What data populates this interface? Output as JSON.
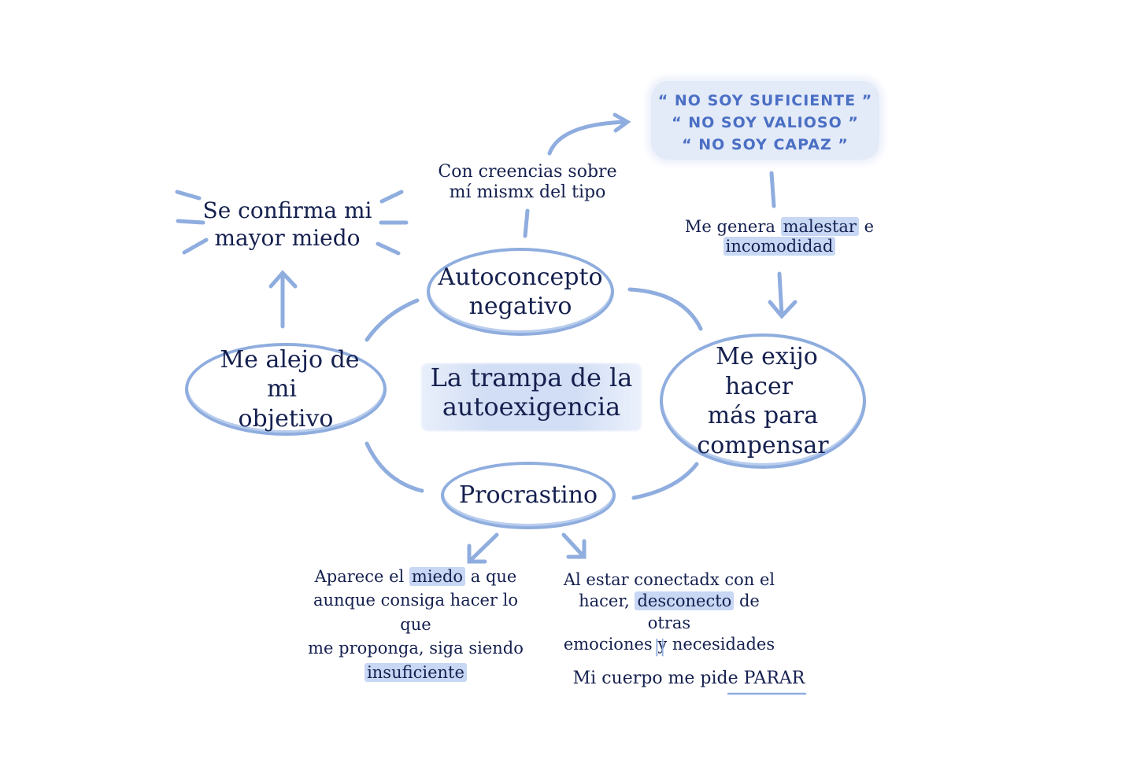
{
  "diagram": {
    "nodes": {
      "autoconcepto": [
        "Autoconcepto",
        "negativo"
      ],
      "exijo": [
        "Me exijo hacer",
        "más para",
        "compensar"
      ],
      "procrastino": "Procrastino",
      "alejo": [
        "Me alejo de mi",
        "objetivo"
      ]
    },
    "center_title": [
      "La trampa de la",
      "autoexigencia"
    ],
    "confirma": [
      "Se confirma mi",
      "mayor miedo"
    ],
    "creencias": [
      "Con creencias sobre",
      "mí mismx del tipo"
    ],
    "quotes": [
      "“ NO SOY SUFICIENTE ”",
      "“ NO SOY VALIOSO ”",
      "“ NO SOY CAPAZ ”"
    ],
    "malestar": {
      "pre": "Me genera ",
      "hl1": "malestar",
      "mid": " e",
      "hl2": "incomodidad"
    },
    "miedo": {
      "l1_pre": "Aparece el ",
      "l1_hl": "miedo",
      "l1_post": " a que",
      "l2": "aunque consiga hacer lo que",
      "l3": "me proponga, siga siendo",
      "l4_hl": "insuficiente"
    },
    "conectadx": {
      "l1": "Al estar conectadx con el",
      "l2_pre": "hacer, ",
      "l2_hl": "desconecto",
      "l2_post": " de otras",
      "l3": "emociones y necesidades"
    },
    "equals": "||",
    "cuerpo": {
      "pre": "Mi cuerpo me pide ",
      "emph": "PARAR"
    },
    "colors": {
      "ink": "#15204f",
      "stroke": "#8fadde",
      "highlight": "#c7d7f4",
      "quote_text": "#4a6fc4"
    }
  }
}
